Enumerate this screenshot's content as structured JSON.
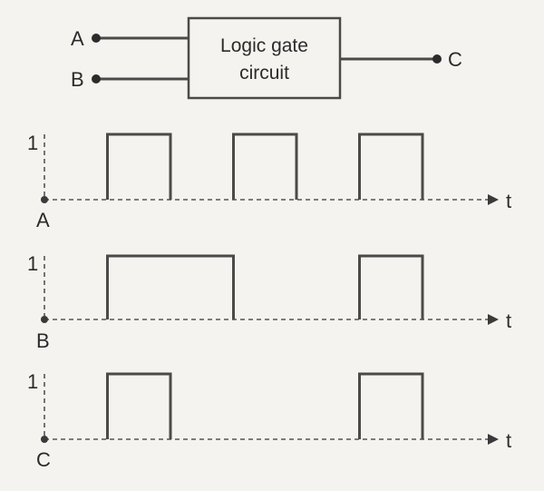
{
  "gate_block": {
    "line1": "Logic gate",
    "line2": "circuit"
  },
  "terminals": {
    "input_a": "A",
    "input_b": "B",
    "output_c": "C"
  },
  "waveforms": [
    {
      "id": "A",
      "label": "A",
      "high_label": "1",
      "axis_label": "t",
      "pulses": [
        [
          1,
          2
        ],
        [
          3,
          4
        ],
        [
          5,
          6
        ]
      ]
    },
    {
      "id": "B",
      "label": "B",
      "high_label": "1",
      "axis_label": "t",
      "pulses": [
        [
          1,
          3
        ],
        [
          5,
          6
        ]
      ]
    },
    {
      "id": "C",
      "label": "C",
      "high_label": "1",
      "axis_label": "t",
      "pulses": [
        [
          1,
          2
        ],
        [
          5,
          6
        ]
      ]
    }
  ],
  "time_range": [
    0,
    7
  ]
}
